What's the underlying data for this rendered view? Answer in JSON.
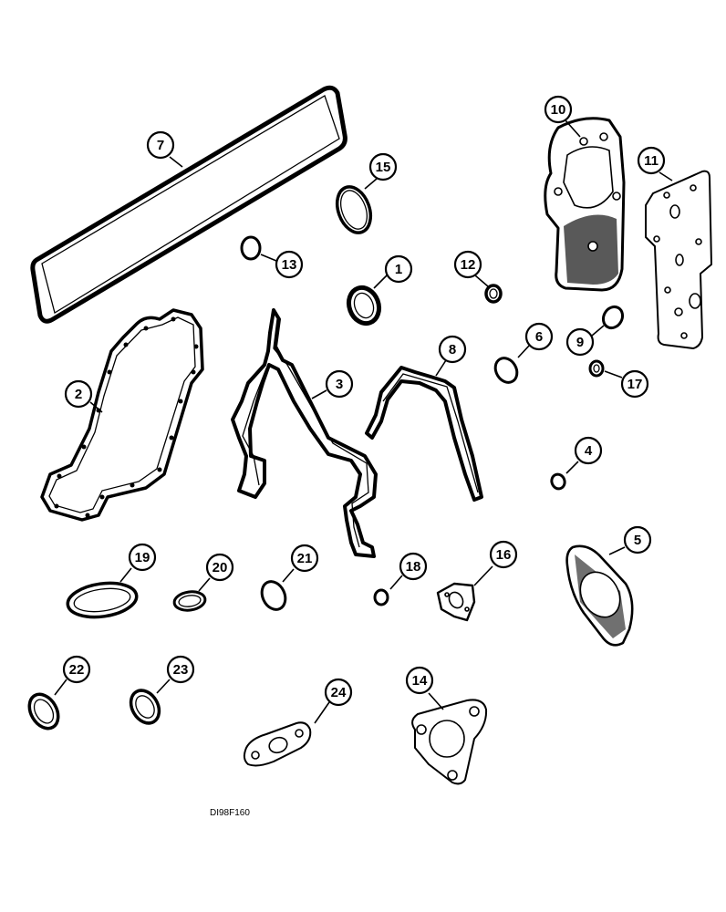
{
  "figure_id": "DI98F160",
  "callouts": [
    {
      "id": "p1",
      "label": "1"
    },
    {
      "id": "p2",
      "label": "2"
    },
    {
      "id": "p3",
      "label": "3"
    },
    {
      "id": "p4",
      "label": "4"
    },
    {
      "id": "p5",
      "label": "5"
    },
    {
      "id": "p6",
      "label": "6"
    },
    {
      "id": "p7",
      "label": "7"
    },
    {
      "id": "p8",
      "label": "8"
    },
    {
      "id": "p9",
      "label": "9"
    },
    {
      "id": "p10",
      "label": "10"
    },
    {
      "id": "p11",
      "label": "11"
    },
    {
      "id": "p12",
      "label": "12"
    },
    {
      "id": "p13",
      "label": "13"
    },
    {
      "id": "p14",
      "label": "14"
    },
    {
      "id": "p15",
      "label": "15"
    },
    {
      "id": "p16",
      "label": "16"
    },
    {
      "id": "p17",
      "label": "17"
    },
    {
      "id": "p18",
      "label": "18"
    },
    {
      "id": "p19",
      "label": "19"
    },
    {
      "id": "p20",
      "label": "20"
    },
    {
      "id": "p21",
      "label": "21"
    },
    {
      "id": "p22",
      "label": "22"
    },
    {
      "id": "p23",
      "label": "23"
    },
    {
      "id": "p24",
      "label": "24"
    }
  ]
}
